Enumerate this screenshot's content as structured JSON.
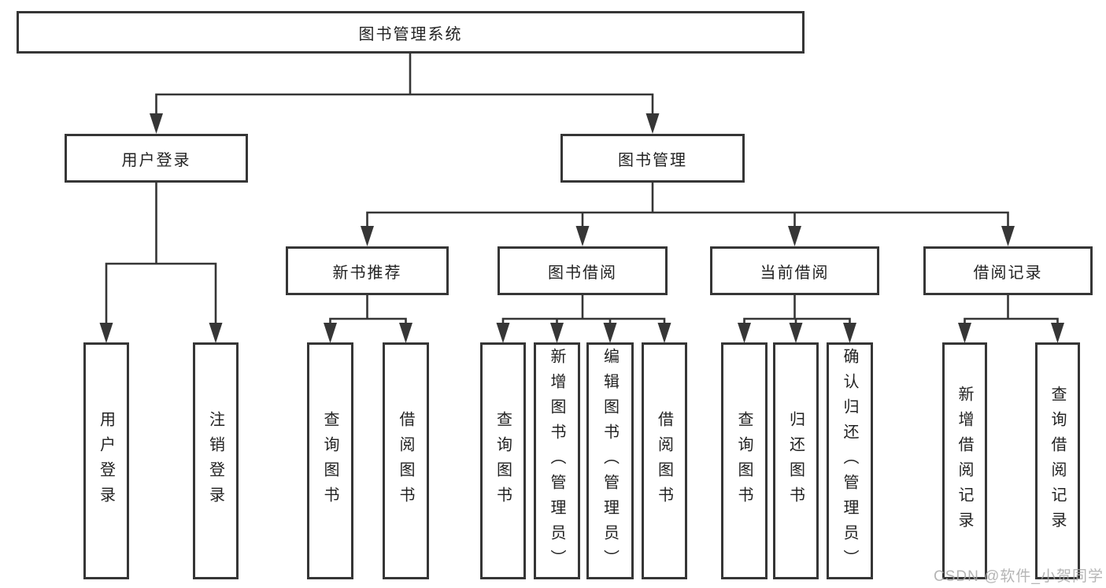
{
  "tree": {
    "root": {
      "label": "图书管理系统",
      "children": [
        {
          "label": "用户登录",
          "children": [
            {
              "label": "用户登录"
            },
            {
              "label": "注销登录"
            }
          ]
        },
        {
          "label": "图书管理",
          "children": [
            {
              "label": "新书推荐",
              "children": [
                {
                  "label": "查询图书"
                },
                {
                  "label": "借阅图书"
                }
              ]
            },
            {
              "label": "图书借阅",
              "children": [
                {
                  "label": "查询图书"
                },
                {
                  "label": "新增图书（管理员）"
                },
                {
                  "label": "编辑图书（管理员）"
                },
                {
                  "label": "借阅图书"
                }
              ]
            },
            {
              "label": "当前借阅",
              "children": [
                {
                  "label": "查询图书"
                },
                {
                  "label": "归还图书"
                },
                {
                  "label": "确认归还（管理员）"
                }
              ]
            },
            {
              "label": "借阅记录",
              "children": [
                {
                  "label": "新增借阅记录"
                },
                {
                  "label": "查询借阅记录"
                }
              ]
            }
          ]
        }
      ]
    }
  },
  "watermark": {
    "text": "CSDN @软件_小贺同学"
  },
  "colors": {
    "line": "#363636",
    "box_border": "#363636",
    "text": "#222222",
    "background": "#ffffff",
    "watermark": "#a9a9a9"
  }
}
